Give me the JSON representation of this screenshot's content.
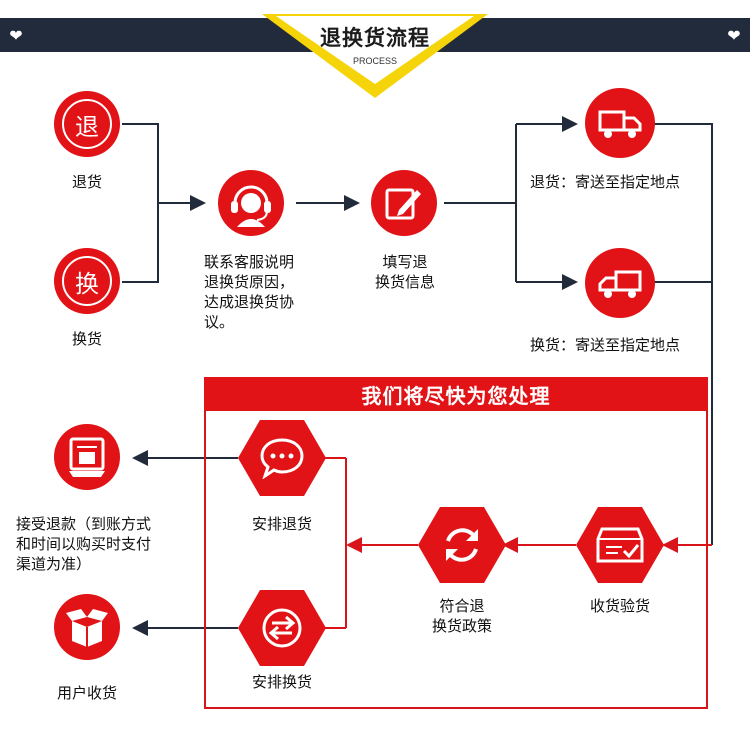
{
  "header": {
    "title": "退换货流程",
    "subtitle": "PROCESS",
    "left_icon": "heart-icon",
    "right_icon": "heart-icon"
  },
  "colors": {
    "accent_red": "#e11317",
    "dark_bar": "#222b3b",
    "banner_yellow": "#f5d40a",
    "line_dark": "#222b3b",
    "line_red": "#d9151b"
  },
  "nodes": {
    "return": {
      "label": "退货",
      "glyph": "退",
      "icon": "return-char-icon"
    },
    "exchange": {
      "label": "换货",
      "glyph": "换",
      "icon": "exchange-char-icon"
    },
    "contact": {
      "label": [
        "联系客服说明",
        "退换货原因，",
        "达成退换货协",
        "议。"
      ],
      "icon": "customer-service-headset-icon"
    },
    "fill": {
      "label": [
        "填写退",
        "换货信息"
      ],
      "icon": "edit-pencil-icon"
    },
    "ship_return": {
      "label": "退货：寄送至指定地点",
      "icon": "delivery-truck-icon"
    },
    "ship_exchange": {
      "label": "换货：寄送至指定地点",
      "icon": "delivery-truck-icon"
    },
    "receive": {
      "label": "收货验货",
      "icon": "package-check-icon"
    },
    "policy": {
      "label": [
        "符合退",
        "换货政策"
      ],
      "icon": "refresh-cycle-icon"
    },
    "arrange_refund": {
      "label": "安排退货",
      "icon": "chat-bubble-icon"
    },
    "arrange_exchange": {
      "label": "安排换货",
      "icon": "swap-arrows-icon"
    },
    "accept_refund": {
      "label": [
        "接受退款（到账方式",
        "和时间以购买时支付",
        "渠道为准）"
      ],
      "icon": "refund-receipt-icon"
    },
    "user_receive": {
      "label": "用户收货",
      "icon": "open-box-icon"
    }
  },
  "panel": {
    "title": "我们将尽快为您处理"
  }
}
